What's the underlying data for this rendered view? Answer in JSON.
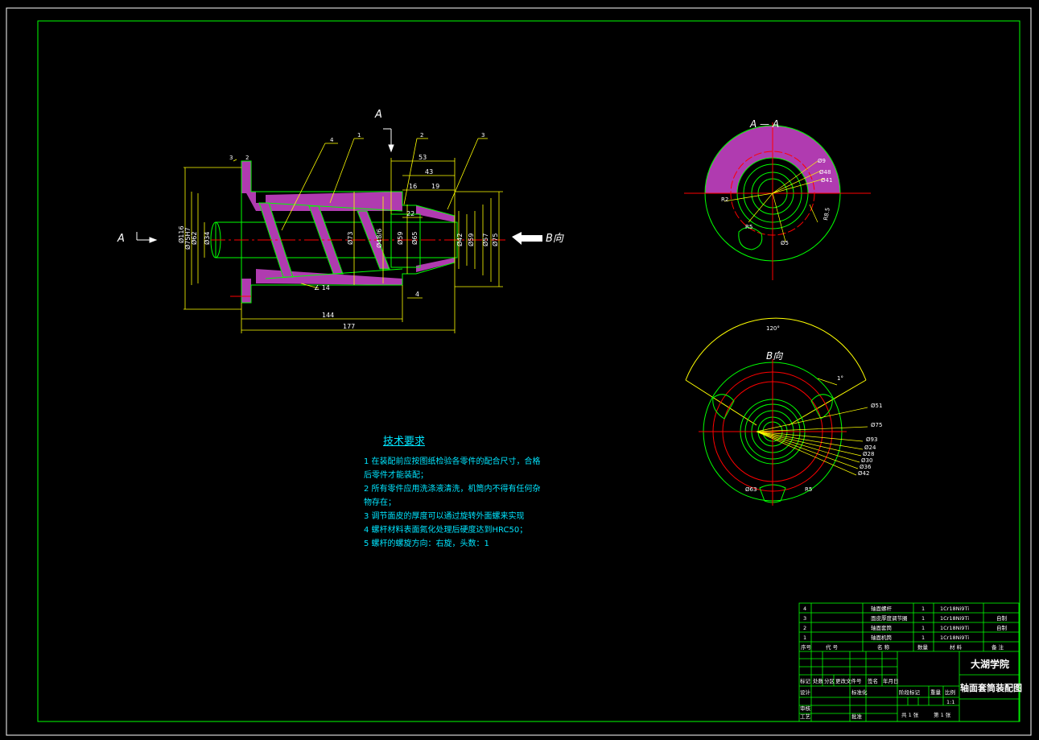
{
  "main_view": {
    "section_marks": [
      "A",
      "A"
    ],
    "view_b_arrow": "B向",
    "part_numbers": [
      "3",
      "2",
      "4",
      "1",
      "2",
      "3"
    ],
    "diameters": [
      "Ø116",
      "Ø75H7",
      "Ø62",
      "Ø34",
      "Ø73",
      "Ø48/6",
      "Ø59",
      "Ø65",
      "Ø42",
      "Ø59",
      "Ø57",
      "Ø75"
    ],
    "lengths": [
      "53",
      "43",
      "16",
      "19",
      "22",
      "144",
      "177",
      "4"
    ],
    "angle": "∠ 14"
  },
  "section_view": {
    "title": "A — A",
    "dims": [
      "Ø9",
      "Ø48",
      "Ø41",
      "R2",
      "R5",
      "R8.5",
      "Ø5"
    ]
  },
  "b_view": {
    "title": "B向",
    "angle_top": "120°",
    "angle_side": "1°",
    "dims": [
      "Ø51",
      "Ø75",
      "Ø93",
      "Ø24",
      "Ø28",
      "Ø30",
      "Ø36",
      "Ø42",
      "Ø63",
      "R5"
    ]
  },
  "tech_req": {
    "title": "技术要求",
    "lines": [
      "1  在装配前应按图纸检验各零件的配合尺寸，合格",
      "后零件才能装配；",
      "2  所有零件应用洗涤液清洗，机筒内不得有任何杂",
      "物存在；",
      "3  调节面皮的厚度可以通过旋转外面螺来实现",
      "4  螺杆材料表面氮化处理后硬度达到HRC50；",
      "5  螺杆的螺旋方向：右旋，头数：1"
    ]
  },
  "bom": {
    "rows": [
      {
        "no": "4",
        "name": "轴面螺杆",
        "qty": "1",
        "material": "1Cr18Ni9Ti",
        "note": ""
      },
      {
        "no": "3",
        "name": "面皮厚度调节圈",
        "qty": "1",
        "material": "1Cr18Ni9Ti",
        "note": "自制"
      },
      {
        "no": "2",
        "name": "轴面套筒",
        "qty": "1",
        "material": "1Cr18Ni9Ti",
        "note": "自制"
      },
      {
        "no": "1",
        "name": "轴面机筒",
        "qty": "1",
        "material": "1Cr18Ni9Ti",
        "note": ""
      }
    ],
    "header": {
      "no": "序号",
      "code": "代  号",
      "name": "名  称",
      "qty": "数量",
      "material": "材  料",
      "note": "备  注"
    }
  },
  "title_block": {
    "school": "大湖学院",
    "drawing_name": "轴面套筒装配图",
    "labels_left": [
      "标记",
      "处数",
      "分区",
      "更改文件号",
      "签名",
      "年月日"
    ],
    "labels_left2": [
      "设计",
      "",
      "标准化"
    ],
    "labels_left3": [
      "审核",
      "",
      ""
    ],
    "labels_left4": [
      "工艺",
      "",
      "批准"
    ],
    "stage_labels": [
      "阶段标记",
      "重量",
      "比例"
    ],
    "scale": "1:1",
    "sheets": "共 1 张",
    "sheet_no": "第 1 张"
  },
  "colors": {
    "frame": "#00ff00",
    "dim": "#ffff00",
    "center": "#ff0000",
    "hatch": "#b03bb0",
    "text": "#00e5ff"
  }
}
